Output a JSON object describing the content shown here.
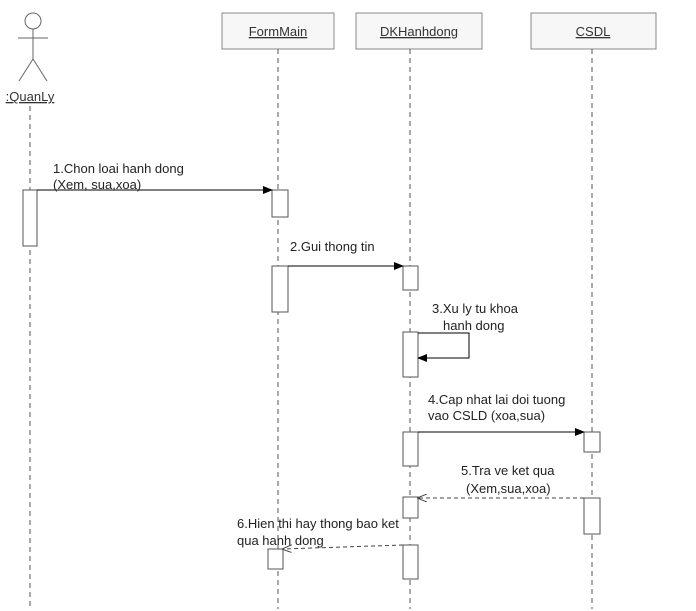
{
  "actor": {
    "name": ":QuanLy"
  },
  "lifelines": [
    {
      "name": "FormMain"
    },
    {
      "name": "DKHanhdong"
    },
    {
      "name": "CSDL"
    }
  ],
  "messages": [
    {
      "line1": "1.Chon loai hanh dong",
      "line2": "(Xem, sua,xoa)"
    },
    {
      "line1": "2.Gui thong tin",
      "line2": ""
    },
    {
      "line1": "3.Xu ly tu khoa",
      "line2": "hanh dong"
    },
    {
      "line1": "4.Cap nhat lai doi tuong",
      "line2": "vao CSLD (xoa,sua)"
    },
    {
      "line1": "5.Tra ve ket qua",
      "line2": "(Xem,sua,xoa)"
    },
    {
      "line1": "6.Hien thi hay thong bao ket",
      "line2": "qua hanh dong"
    }
  ]
}
